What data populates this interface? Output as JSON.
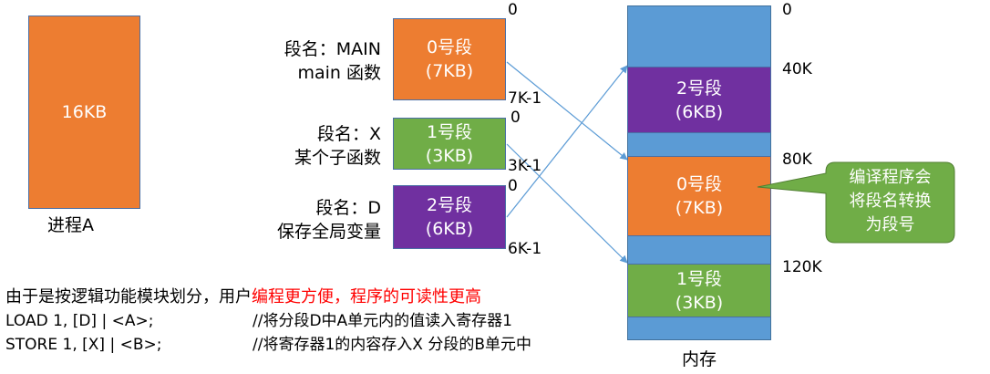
{
  "process": {
    "size_label": "16KB",
    "name": "进程A"
  },
  "segments": [
    {
      "name_line1": "段名：MAIN",
      "name_line2": "main 函数",
      "title": "0号段",
      "size": "(7KB)",
      "start": "0",
      "end": "7K-1"
    },
    {
      "name_line1": "段名：X",
      "name_line2": "某个子函数",
      "title": "1号段",
      "size": "(3KB)",
      "start": "0",
      "end": "3K-1"
    },
    {
      "name_line1": "段名：D",
      "name_line2": "保存全局变量",
      "title": "2号段",
      "size": "(6KB)",
      "start": "0",
      "end": "6K-1"
    }
  ],
  "memory": {
    "label": "内存",
    "addresses": [
      "0",
      "40K",
      "80K",
      "120K"
    ],
    "blocks": [
      {
        "title": "2号段",
        "size": "(6KB)"
      },
      {
        "title": "0号段",
        "size": "(7KB)"
      },
      {
        "title": "1号段",
        "size": "(3KB)"
      }
    ]
  },
  "callout": {
    "line1": "编译程序会",
    "line2": "将段名转换",
    "line3": "为段号"
  },
  "notes": {
    "line1_prefix": "由于是按逻辑功能模块划分，用户",
    "line1_highlight": "编程更方便，程序的可读性更高",
    "load_code": "LOAD 1, [D] | <A>;",
    "load_comment": "//将分段D中A单元内的值读入寄存器1",
    "store_code": "STORE 1, [X] | <B>;",
    "store_comment": "//将寄存器1的内容存入X 分段的B单元中"
  },
  "colors": {
    "orange": "#ED7D31",
    "green": "#70AD47",
    "purple": "#7030A0",
    "memory": "#5B9BD5",
    "arrow": "#5B9BD5",
    "highlight": "#FF0000"
  }
}
